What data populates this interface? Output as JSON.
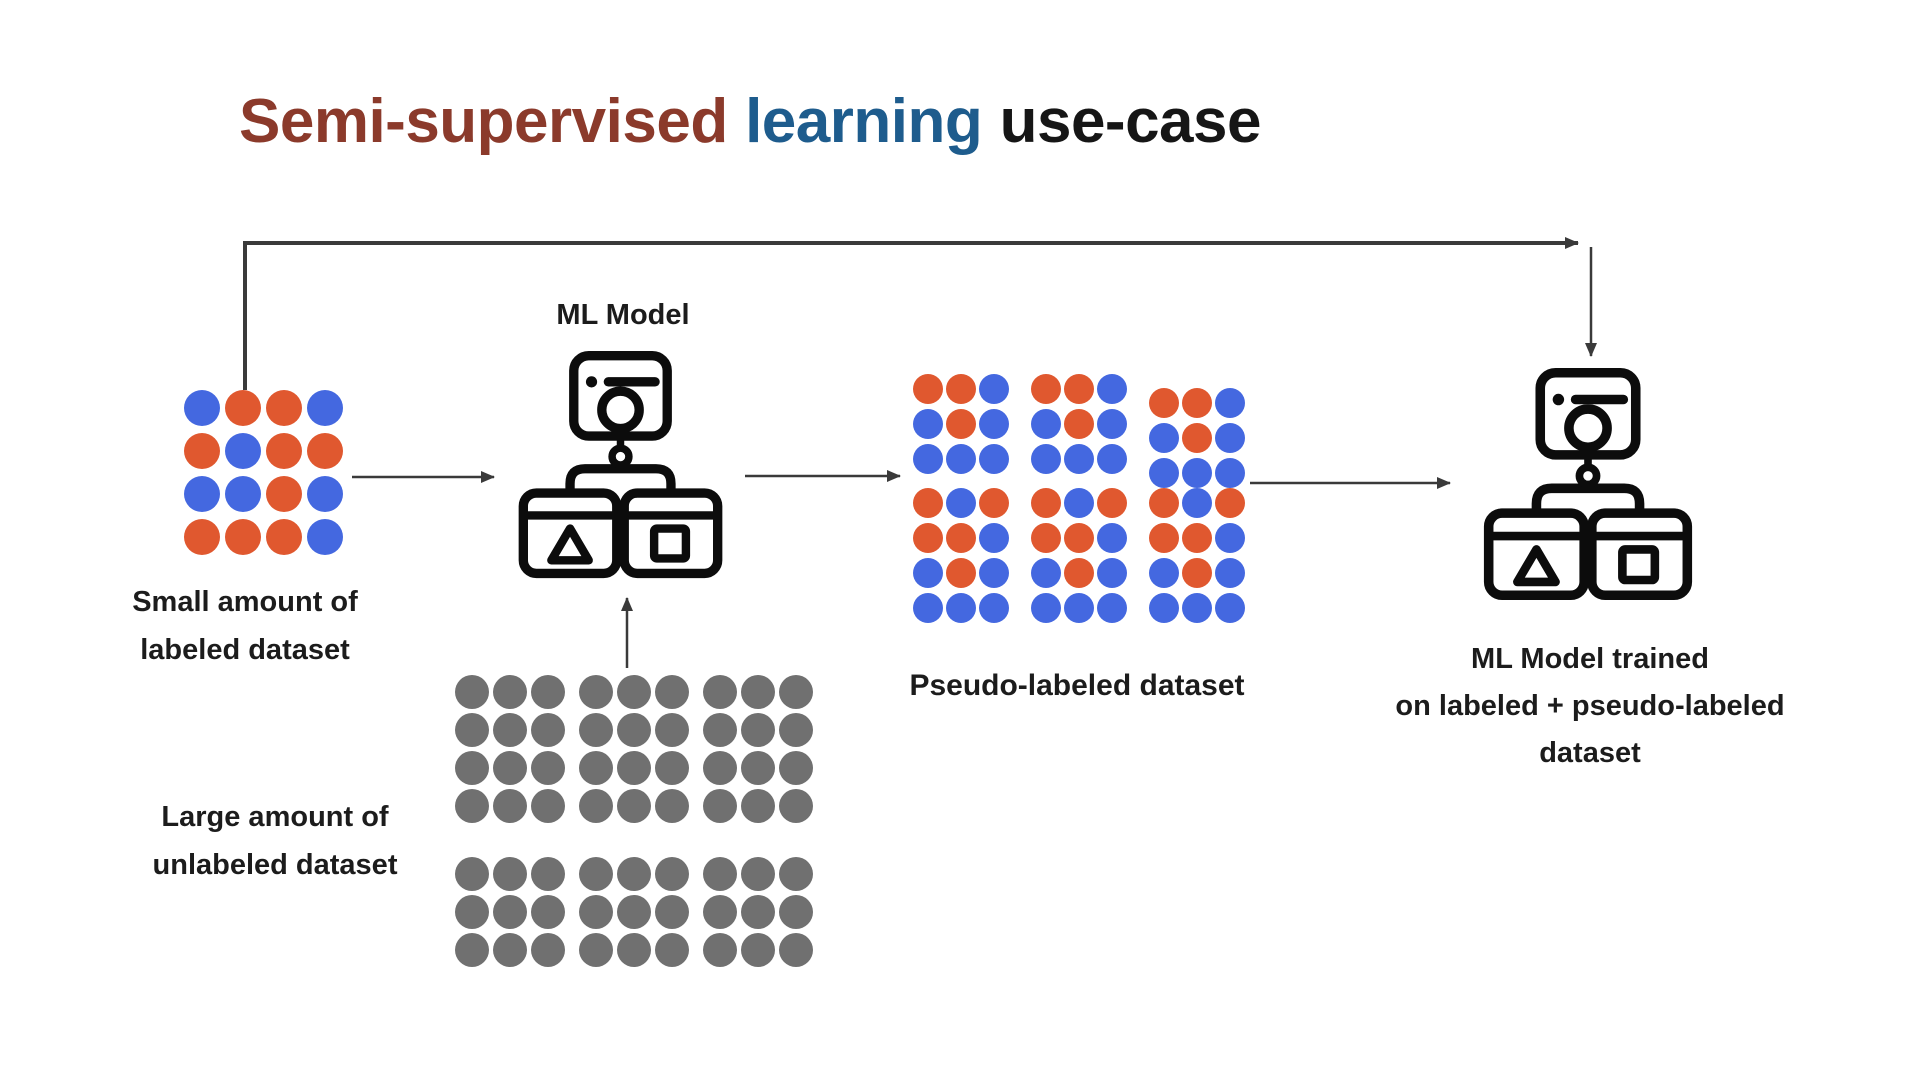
{
  "title": {
    "part1": "Semi-supervised",
    "part2": "learning",
    "part3": "use-case"
  },
  "colors": {
    "title_part1": "#8B3A2B",
    "title_part2": "#1E5C8D",
    "title_part3": "#161616",
    "arrow": "#3a3a3a",
    "icon": "#0c0c0c",
    "label_text": "#1c1c1c"
  },
  "dot_colors": {
    "O": "#E0582F",
    "B": "#4468E0",
    "G": "#707070"
  },
  "nodes": {
    "ml_model": {
      "label": "ML Model"
    },
    "trained_model": {
      "label_lines": [
        "ML Model trained",
        "on labeled + pseudo-labeled",
        "dataset"
      ]
    }
  },
  "datasets": {
    "small_labeled": {
      "label_lines": [
        "Small amount of",
        "labeled dataset"
      ],
      "rows": [
        "BOOB",
        "OBOO",
        "BBOB",
        "OOOB"
      ]
    },
    "large_unlabeled": {
      "label_lines": [
        "Large amount of",
        "unlabeled dataset"
      ],
      "sections": [
        {
          "blocks": [
            [
              "GGG",
              "GGG",
              "GGG",
              "GGG"
            ],
            [
              "GGG",
              "GGG",
              "GGG",
              "GGG"
            ],
            [
              "GGG",
              "GGG",
              "GGG",
              "GGG"
            ]
          ]
        },
        {
          "blocks": [
            [
              "GGG",
              "GGG",
              "GGG"
            ],
            [
              "GGG",
              "GGG",
              "GGG"
            ],
            [
              "GGG",
              "GGG",
              "GGG"
            ]
          ]
        }
      ]
    },
    "pseudo_labeled": {
      "label": "Pseudo-labeled dataset",
      "sections": [
        {
          "blocks": [
            [
              "OOB",
              "BOB",
              "BBB"
            ],
            [
              "OOB",
              "BOB",
              "BBB"
            ],
            [
              "OOB",
              "BOB",
              "BBB"
            ]
          ]
        },
        {
          "blocks": [
            [
              "OBO",
              "OOB",
              "BOB",
              "BBB"
            ],
            [
              "OBO",
              "OOB",
              "BOB",
              "BBB"
            ],
            [
              "OBO",
              "OOB",
              "BOB",
              "BBB"
            ]
          ]
        }
      ]
    }
  }
}
